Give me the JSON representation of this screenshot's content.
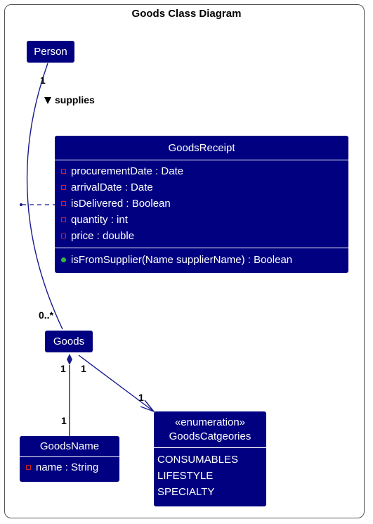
{
  "diagram": {
    "title": "Goods Class Diagram",
    "classes": {
      "person": {
        "name": "Person"
      },
      "goods_receipt": {
        "name": "GoodsReceipt",
        "attributes": [
          "procurementDate : Date",
          "arrivalDate : Date",
          "isDelivered : Boolean",
          "quantity : int",
          "price : double"
        ],
        "methods": [
          "isFromSupplier(Name supplierName) : Boolean"
        ]
      },
      "goods": {
        "name": "Goods"
      },
      "goods_name": {
        "name": "GoodsName",
        "attributes": [
          "name : String"
        ]
      },
      "goods_categories": {
        "stereotype": "«enumeration»",
        "name": "GoodsCatgeories",
        "values": [
          "CONSUMABLES",
          "LIFESTYLE",
          "SPECIALTY"
        ]
      }
    },
    "relationships": {
      "supplies": {
        "label": "supplies",
        "source_mult": "1",
        "target_mult": "0..*"
      },
      "goods_name": {
        "source_mult": "1",
        "target_mult": "1"
      },
      "goods_categories": {
        "source_mult": "1",
        "target_mult": "1"
      }
    },
    "colors": {
      "class_fill": "#000080",
      "class_text": "#ffffff",
      "line": "#1a1a8c",
      "private_marker": "#d02020",
      "public_marker": "#38b838"
    }
  }
}
